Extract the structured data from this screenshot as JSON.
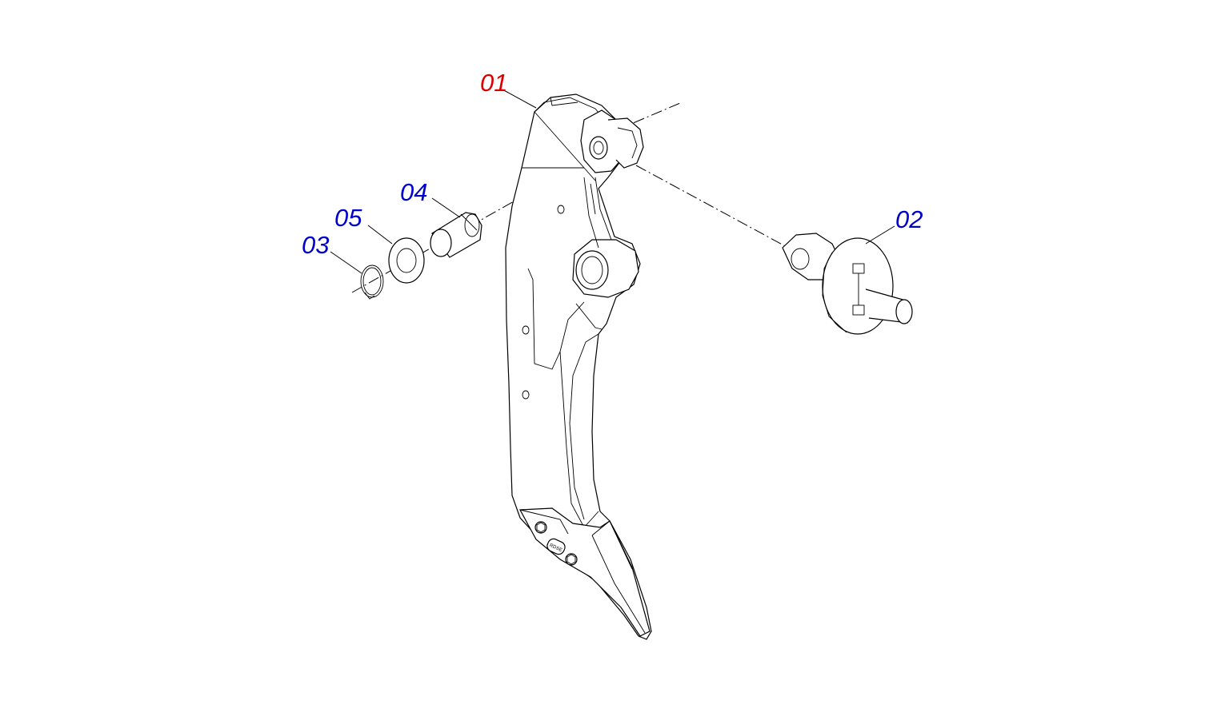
{
  "diagram": {
    "parts": [
      {
        "id": "01",
        "label": "01",
        "color": "#dd0000",
        "name": "ripper shank"
      },
      {
        "id": "02",
        "label": "02",
        "color": "#0000cc",
        "name": "clevis pin bracket"
      },
      {
        "id": "03",
        "label": "03",
        "color": "#0000cc",
        "name": "snap ring"
      },
      {
        "id": "04",
        "label": "04",
        "color": "#0000cc",
        "name": "bushing"
      },
      {
        "id": "05",
        "label": "05",
        "color": "#0000cc",
        "name": "washer"
      }
    ],
    "stamp": "RDSE"
  }
}
